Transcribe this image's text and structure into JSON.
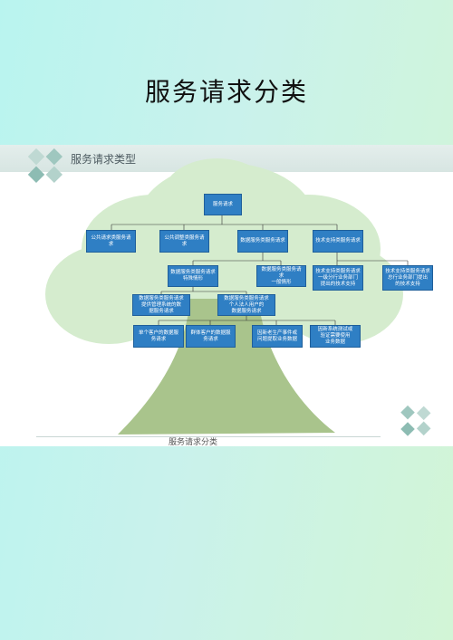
{
  "page": {
    "title": "服务请求分类"
  },
  "slide": {
    "header": "服务请求类型",
    "footer": "服务请求分类"
  },
  "diagram": {
    "root": "服务请求",
    "level1": [
      "公共请求类服务请求",
      "公共调整类服务请求",
      "数据服务类服务请求",
      "技术支持类服务请求"
    ],
    "level2": [
      "数据服务类服务请求\n特殊情形",
      "数据服务类服务请求\n一般情形",
      "技术支持类服务请求\n一级分行业务部门\n提出的技术支持",
      "技术支持类服务请求\n总行业务部门提出\n的技术支持"
    ],
    "level3": [
      "数据服务类服务请求\n提供管理系统的数\n据服务请求",
      "数据服务类服务请求\n个人法人用户的\n数据服务请求"
    ],
    "level4": [
      "单个客户的数据服\n务请求",
      "群体客户的数据服\n务请求",
      "因新老生产事件或\n问题提取业务数据",
      "因新系统测试或\n验证需要使用\n业务数据"
    ]
  },
  "colors": {
    "box_fill": "#2f7fc4",
    "tree_canopy": "#cfe9c6",
    "tree_trunk": "#a9c48c",
    "connector": "#333333"
  }
}
